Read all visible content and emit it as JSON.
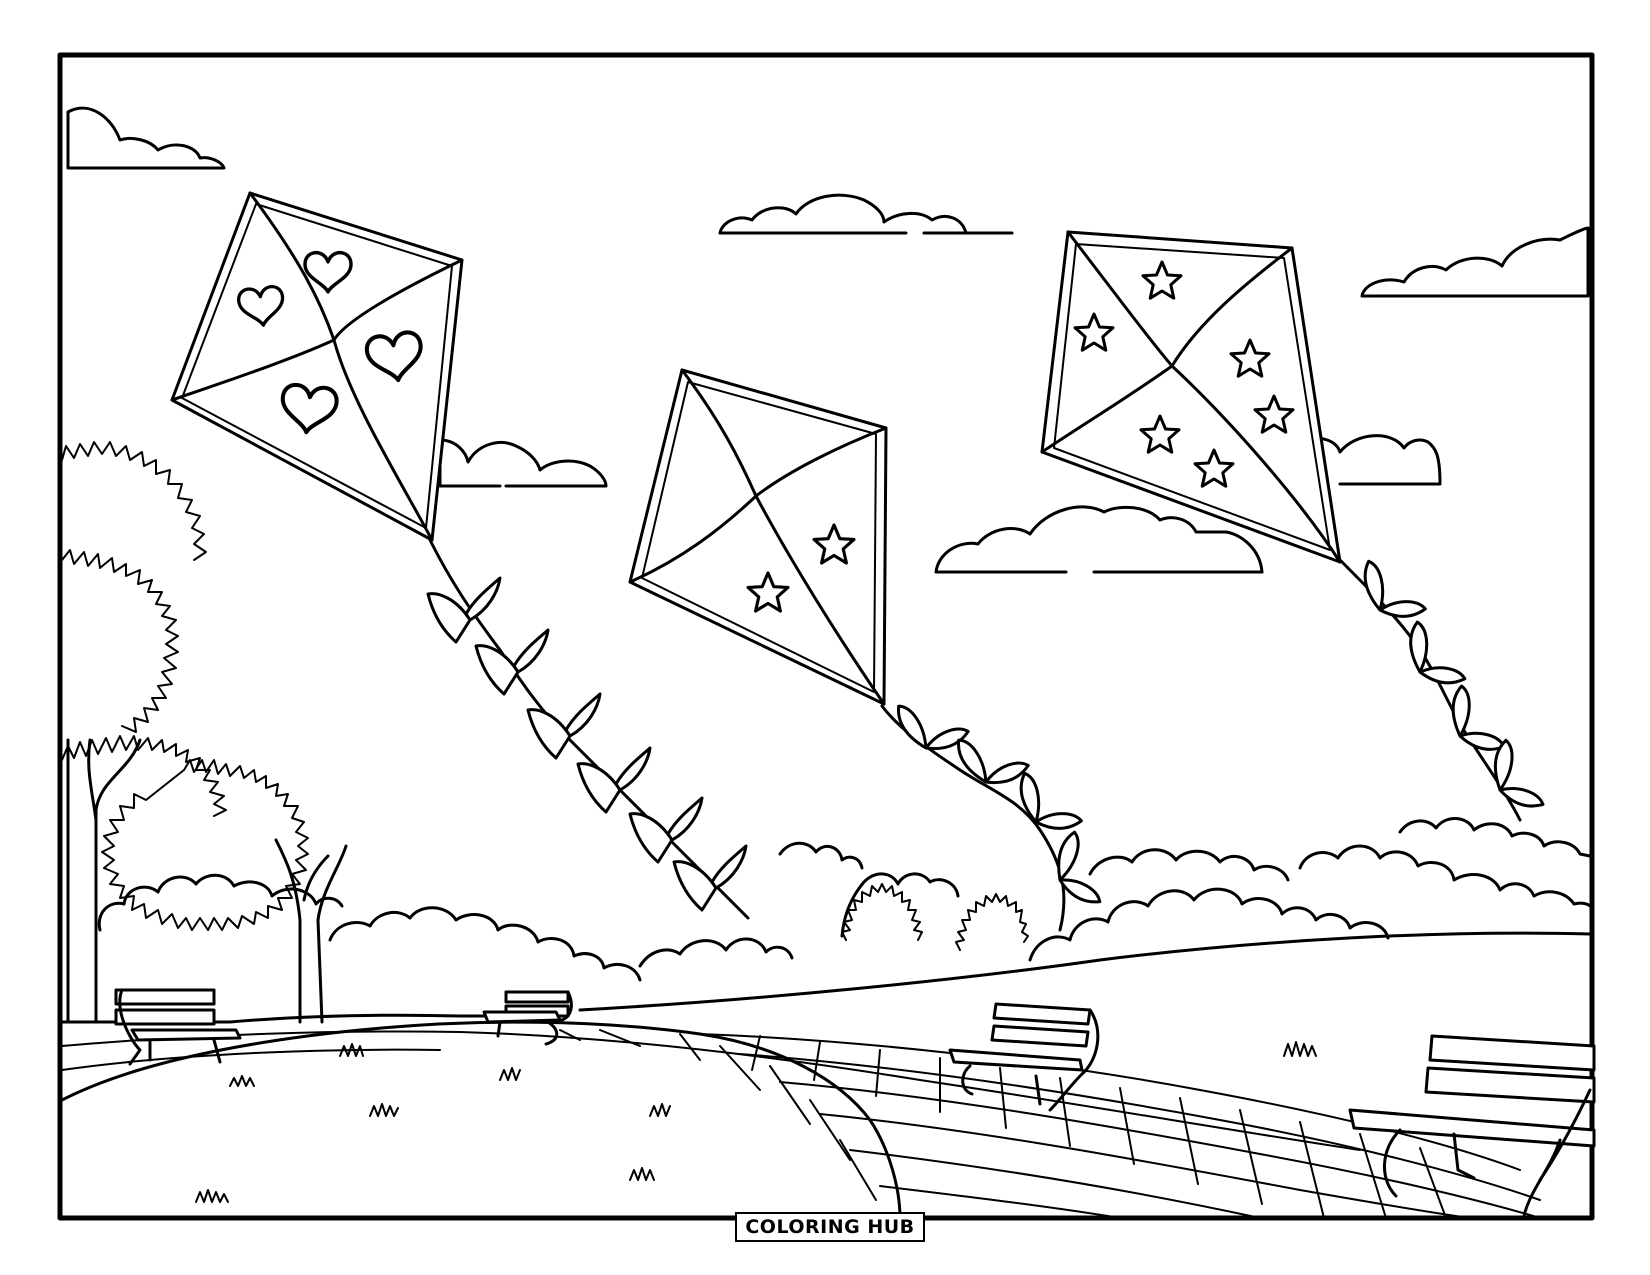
{
  "brand": {
    "label": "COLORING HUB"
  },
  "colors": {
    "ink": "#000000",
    "paper": "#ffffff"
  },
  "scene": {
    "kites": [
      {
        "name": "kite-hearts",
        "motif": "heart-icon",
        "motif_count": 4
      },
      {
        "name": "kite-two-stars",
        "motif": "star-icon",
        "motif_count": 2
      },
      {
        "name": "kite-six-stars",
        "motif": "star-icon",
        "motif_count": 6
      }
    ],
    "benches": 4,
    "trees": 2
  }
}
